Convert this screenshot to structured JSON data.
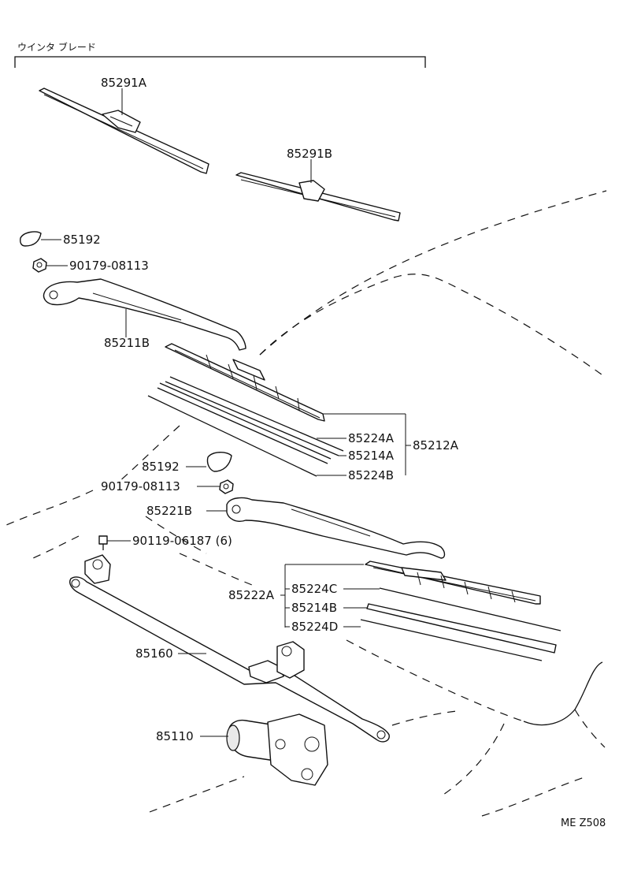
{
  "header": {
    "group_title": "ウインタ ブレード"
  },
  "labels": {
    "blade_a": "85291A",
    "blade_b": "85291B",
    "cap_upper": "85192",
    "nut_upper": "90179-08113",
    "arm_left": "85211B",
    "refill_224a": "85224A",
    "refill_212a": "85212A",
    "refill_214a": "85214A",
    "refill_224b": "85224B",
    "cap_lower": "85192",
    "nut_lower": "90179-08113",
    "arm_right": "85221B",
    "bolt": "90119-06187 (6)",
    "blade_assy_r": "85222A",
    "refill_224c": "85224C",
    "refill_214b": "85214B",
    "refill_224d": "85224D",
    "link": "85160",
    "motor": "85110"
  },
  "footer": {
    "code": "ME Z508"
  }
}
